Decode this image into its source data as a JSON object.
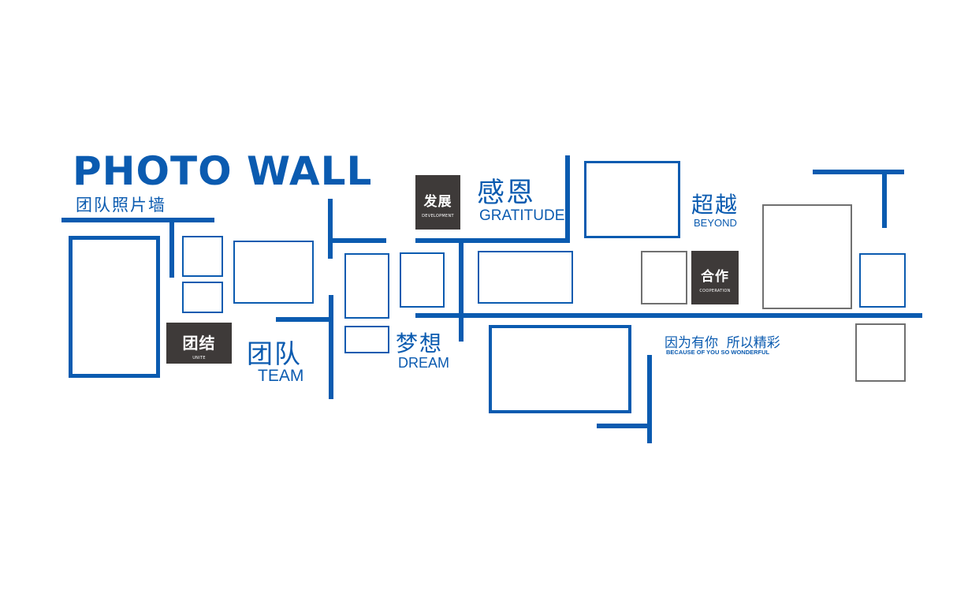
{
  "header": {
    "title": "PHOTO WALL",
    "subtitle": "团队照片墙"
  },
  "tags": {
    "development": {
      "cn": "发展",
      "en": "DEVELOPMENT"
    },
    "unite": {
      "cn": "团结",
      "en": "UNITE"
    },
    "cooperation": {
      "cn": "合作",
      "en": "COOPERATION"
    }
  },
  "labels": {
    "team": {
      "cn": "团队",
      "en": "TEAM"
    },
    "dream": {
      "cn": "梦想",
      "en": "DREAM"
    },
    "gratitude": {
      "cn": "感恩",
      "en": "GRATITUDE"
    },
    "beyond": {
      "cn": "超越",
      "en": "BEYOND"
    },
    "slogan": {
      "cn": "因为有你  所以精彩",
      "en": "BECAUSE OF YOU SO WONDERFUL"
    }
  },
  "colors": {
    "accent": "#0b5bb0",
    "tag_bg": "#3e3a39",
    "frame_gray": "#707070"
  }
}
